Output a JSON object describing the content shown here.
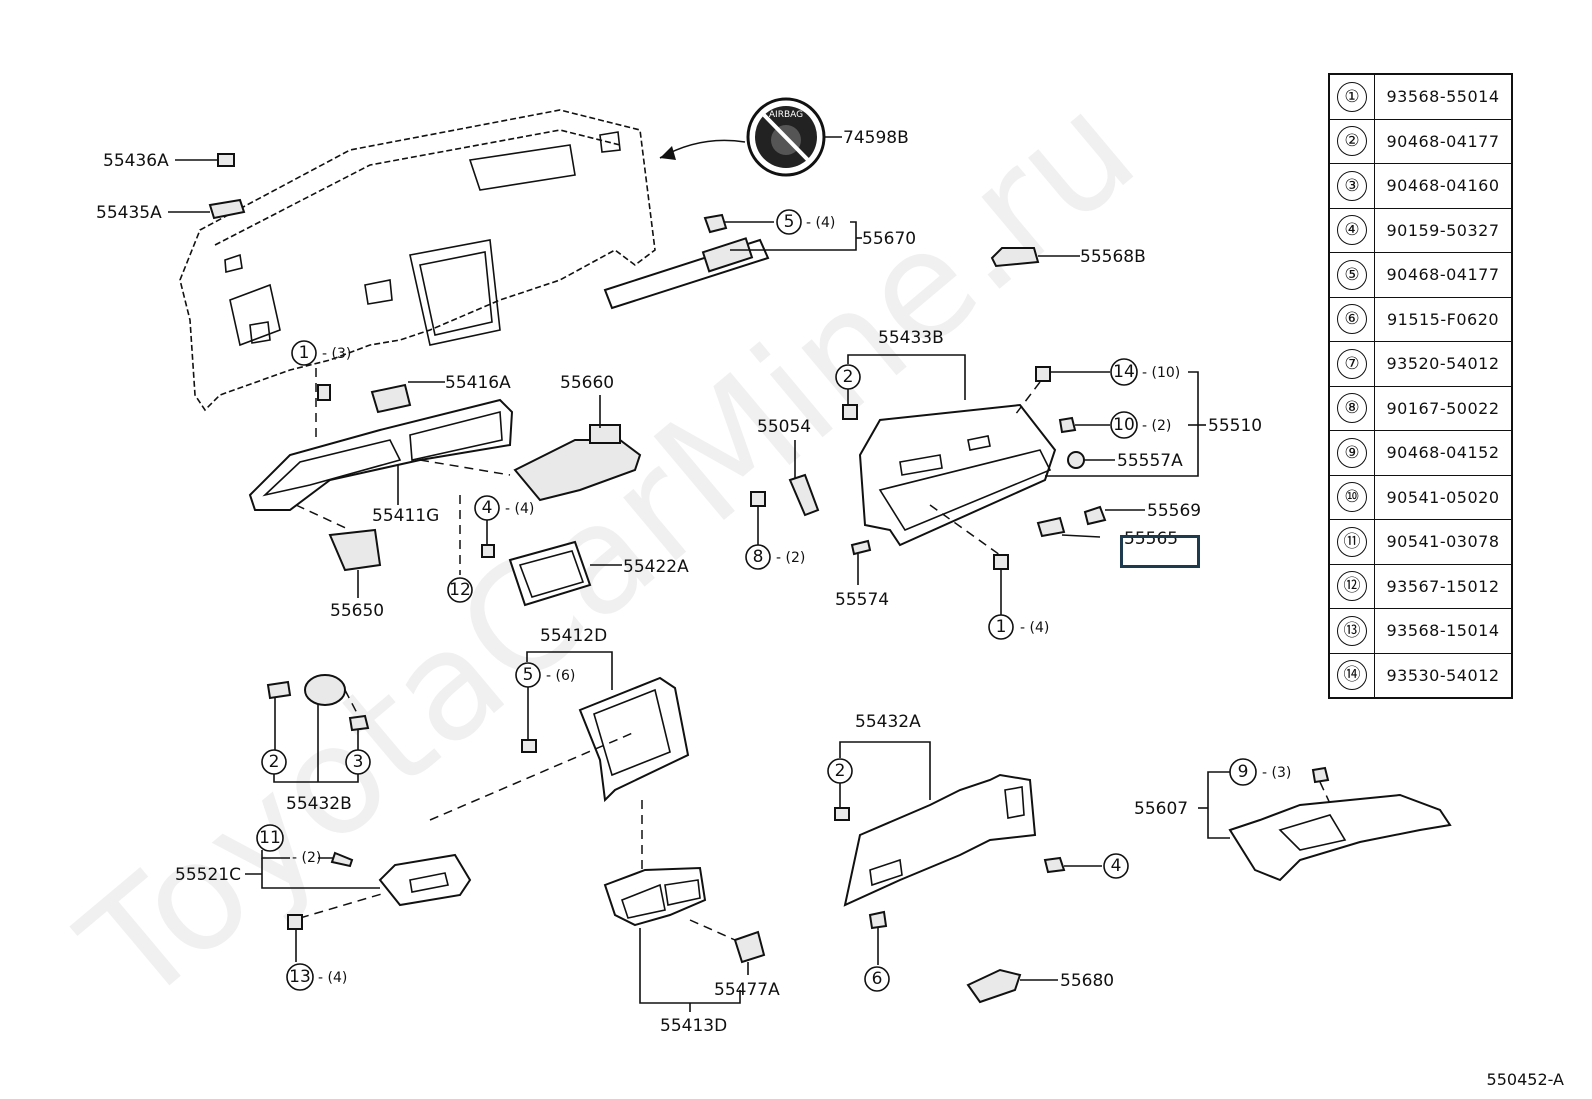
{
  "watermark": "ToyotaCarMine.ru",
  "drawing_number": "550452-A",
  "highlighted_part": "55565",
  "airbag_badge_text": "AIRBAG",
  "parts": {
    "p55436A": "55436A",
    "p55435A": "55435A",
    "p74598B": "74598B",
    "p55670": "55670",
    "p55568B": "55568B",
    "p55416A": "55416A",
    "p55660": "55660",
    "p55411G": "55411G",
    "p55650": "55650",
    "p55422A": "55422A",
    "p55433B": "55433B",
    "p55054": "55054",
    "p55510": "55510",
    "p55557A": "55557A",
    "p55569": "55569",
    "p55565": "55565",
    "p55574": "55574",
    "p55412D": "55412D",
    "p55432B": "55432B",
    "p55521C": "55521C",
    "p55413D": "55413D",
    "p55477A": "55477A",
    "p55432A": "55432A",
    "p55680": "55680",
    "p55607": "55607"
  },
  "callouts": {
    "c1": "1",
    "c2": "2",
    "c3": "3",
    "c4": "4",
    "c5": "5",
    "c6": "6",
    "c8": "8",
    "c9": "9",
    "c10": "10",
    "c11": "11",
    "c12": "12",
    "c13": "13",
    "c14": "14"
  },
  "quantities": {
    "q1_3": "- (3)",
    "q1_4": "- (4)",
    "q4_4": "- (4)",
    "q5_4": "- (4)",
    "q5_6": "- (6)",
    "q8_2": "- (2)",
    "q9_3": "- (3)",
    "q10_2": "- (2)",
    "q11_2": "- (2)",
    "q13_4": "- (4)",
    "q14_10": "- (10)"
  },
  "reference_table": [
    {
      "num": "①",
      "part": "93568-55014"
    },
    {
      "num": "②",
      "part": "90468-04177"
    },
    {
      "num": "③",
      "part": "90468-04160"
    },
    {
      "num": "④",
      "part": "90159-50327"
    },
    {
      "num": "⑤",
      "part": "90468-04177"
    },
    {
      "num": "⑥",
      "part": "91515-F0620"
    },
    {
      "num": "⑦",
      "part": "93520-54012"
    },
    {
      "num": "⑧",
      "part": "90167-50022"
    },
    {
      "num": "⑨",
      "part": "90468-04152"
    },
    {
      "num": "⑩",
      "part": "90541-05020"
    },
    {
      "num": "⑪",
      "part": "90541-03078"
    },
    {
      "num": "⑫",
      "part": "93567-15012"
    },
    {
      "num": "⑬",
      "part": "93568-15014"
    },
    {
      "num": "⑭",
      "part": "93530-54012"
    }
  ]
}
